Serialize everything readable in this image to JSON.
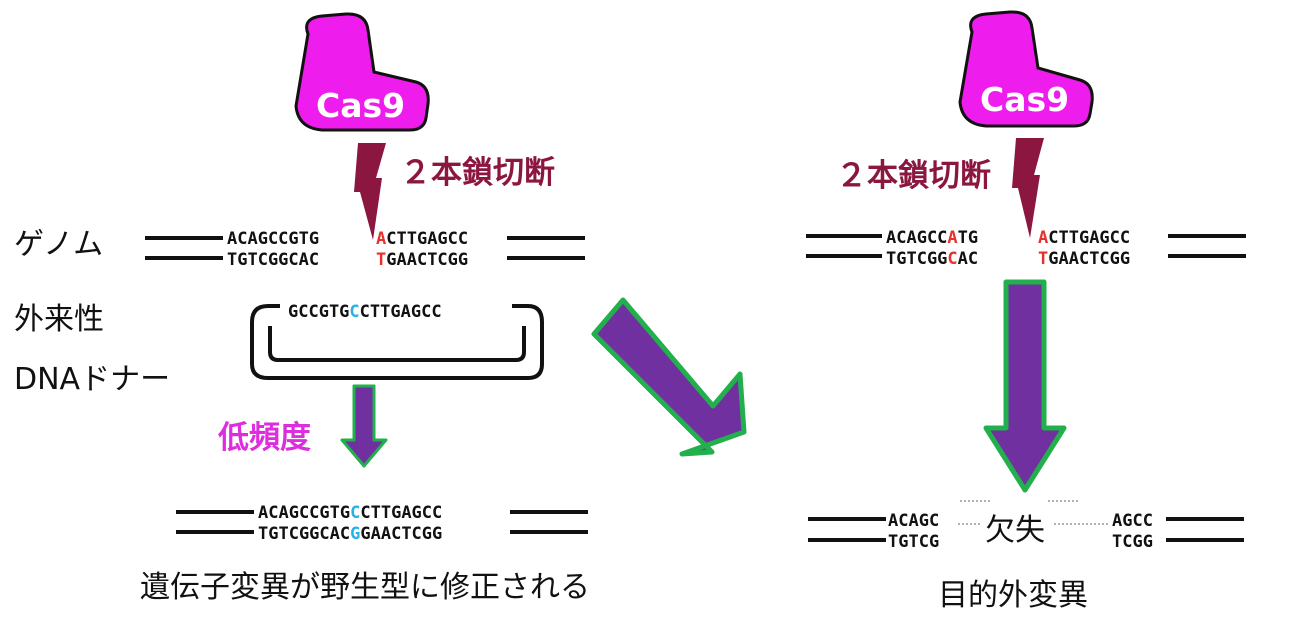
{
  "colors": {
    "cas9_fill": "#ee1cec",
    "break_color": "#8b1740",
    "arrow_fill": "#7030a0",
    "arrow_outline": "#22b04c",
    "highlight_red": "#e8302c",
    "highlight_blue": "#28b0e8",
    "low_freq_label": "#dd2edd"
  },
  "left": {
    "cas9_label": "Cas9",
    "break_label": "２本鎖切断",
    "genome_label": "ゲノム",
    "donor_label_1": "外来性",
    "donor_label_2": "DNAドナー",
    "genome_top": {
      "a": "ACAGCCGTG",
      "b": "A",
      "c": "CTTGAGCC"
    },
    "genome_bottom": {
      "a": "TGTCGGCAC",
      "b": "T",
      "c": "GAACTCGG"
    },
    "donor_seq": {
      "a": "GCCGTG",
      "b": "C",
      "c": "CTTGAGCC"
    },
    "low_freq_label": "低頻度",
    "result_top": {
      "a": "ACAGCCGTG",
      "b": "C",
      "c": "CTTGAGCC"
    },
    "result_bottom": {
      "a": "TGTCGGCAC",
      "b": "G",
      "c": "GAACTCGG"
    },
    "caption": "遺伝子変異が野生型に修正される"
  },
  "right": {
    "cas9_label": "Cas9",
    "break_label": "２本鎖切断",
    "genome_top": {
      "a": "ACAGCC",
      "b": "A",
      "c": "TG",
      "d": "A",
      "e": "CTTGAGCC"
    },
    "genome_bottom": {
      "a": "TGTCGG",
      "b": "C",
      "c": "AC",
      "d": "T",
      "e": "GAACTCGG"
    },
    "result_left_top": "ACAGC",
    "result_left_bottom": "TGTCG",
    "deletion_label": "欠失",
    "result_right_top": "AGCC",
    "result_right_bottom": "TCGG",
    "caption": "目的外変異"
  }
}
